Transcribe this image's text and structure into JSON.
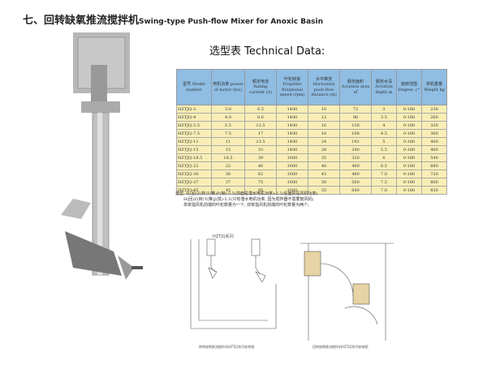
{
  "title": {
    "zh": "七、回转缺氧推流搅拌机",
    "en": "Swing-type Push-flow Mixer for Anoxic Basin"
  },
  "subtitle": "选型表  Technical Data:",
  "table": {
    "headers": [
      "型号 Model number",
      "电机功率 power of motor (kw)",
      "额定电流 Rating current (A)",
      "叶轮转速 Propeller Rotational speed (rpm)",
      "水平推流 Horizontal push-flow distance (m)",
      "服务面积 Acration area ㎡",
      "服务水深 Acration depth m",
      "旋转范围 Degree ∠°",
      "单机重量 Weight kg"
    ],
    "rows": [
      [
        "HZTJQ-3",
        "3.0",
        "6.5",
        "1400",
        "10",
        "72",
        "3",
        "0-180",
        "230"
      ],
      [
        "HZTJQ-4",
        "4.0",
        "8.6",
        "1400",
        "12",
        "96",
        "3.5",
        "0-180",
        "260"
      ],
      [
        "HZTJQ-5.5",
        "5.5",
        "12.5",
        "1400",
        "16",
        "128",
        "4",
        "0-180",
        "320"
      ],
      [
        "HZTJQ-7.5",
        "7.5",
        "17",
        "1400",
        "18",
        "168",
        "4.5",
        "0-180",
        "360"
      ],
      [
        "HZTJQ-11",
        "11",
        "23.5",
        "1400",
        "24",
        "192",
        "5",
        "0-180",
        "400"
      ],
      [
        "HZTJQ-15",
        "15",
        "33",
        "1400",
        "28",
        "240",
        "5.5",
        "0-180",
        "460"
      ],
      [
        "HZTJQ-18.5",
        "18.5",
        "39",
        "1000",
        "35",
        "320",
        "6",
        "0-180",
        "540"
      ],
      [
        "HZTJQ-22",
        "22",
        "46",
        "1000",
        "40",
        "400",
        "6.5",
        "0-180",
        "680"
      ],
      [
        "HZTJQ-30",
        "30",
        "62",
        "1000",
        "43",
        "480",
        "7.0",
        "0-180",
        "720"
      ],
      [
        "HZTJQ-37",
        "37",
        "75",
        "1000",
        "50",
        "560",
        "7.5",
        "0-180",
        "800"
      ],
      [
        "HZTJQ-45",
        "45",
        "95",
        "1000",
        "55",
        "640",
        "7.8",
        "0-180",
        "850"
      ]
    ]
  },
  "notes": [
    "选型: H(回)Z(转)T(推)P(喇)-5.5(前面是潜水电机功率)-2.2(后面的是风机功率)",
    "H(回)Z(转)T(推)J(搅)-5.5(只有潜水电机功率, 因为搅拌器不需要鼓风机)",
    "单桨指风机前端的叶轮数量为一个, 双桨指风机前端的叶轮数量为两个。"
  ],
  "drawing_label": "HZTJQ系列",
  "captions": [
    "转转缺氧推流搅拌机HZTJQ系列安装图",
    "回转缺氧推流搅拌机HZTJQ系列安装图"
  ]
}
